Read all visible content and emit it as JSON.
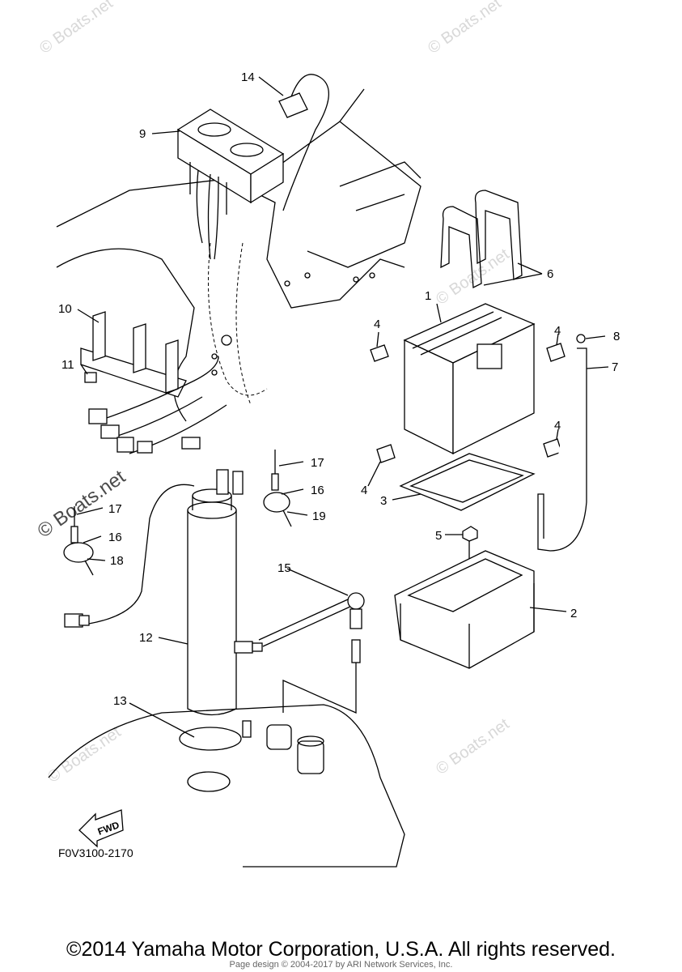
{
  "callouts": [
    "1",
    "2",
    "3",
    "4",
    "4",
    "4",
    "4",
    "5",
    "6",
    "7",
    "8",
    "9",
    "10",
    "11",
    "12",
    "13",
    "14",
    "15",
    "16",
    "16",
    "17",
    "17",
    "18",
    "19"
  ],
  "figure_code": "F0V3100-2170",
  "fwd_label": "FWD",
  "watermark_text": "© Boats.net",
  "watermark_small": "© Boats.net",
  "copyright": "©2014 Yamaha Motor Corporation, U.S.A. All rights reserved.",
  "page_design": "Page design © 2004-2017 by ARI Network Services, Inc.",
  "colors": {
    "line": "#000000",
    "watermark": "#d8d8d8"
  }
}
